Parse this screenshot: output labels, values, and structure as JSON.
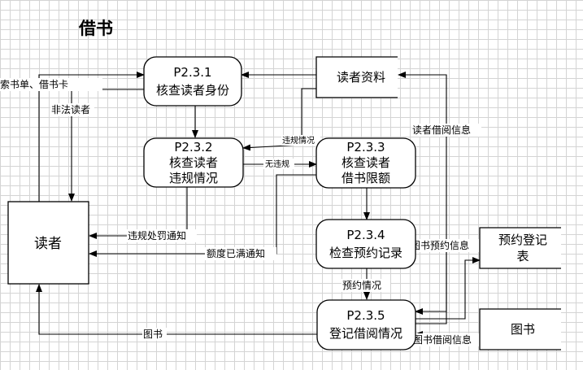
{
  "title": "借书",
  "processes": {
    "p231": {
      "id": "P2.3.1",
      "name": "核查读者身份"
    },
    "p232": {
      "id": "P2.3.2",
      "name_line1": "核查读者",
      "name_line2": "违规情况"
    },
    "p233": {
      "id": "P2.3.3",
      "name_line1": "核查读者",
      "name_line2": "借书限额"
    },
    "p234": {
      "id": "P2.3.4",
      "name": "检查预约记录"
    },
    "p235": {
      "id": "P2.3.5",
      "name": "登记借阅情况"
    }
  },
  "stores": {
    "reader_info": "读者资料",
    "reservation_line1": "预约登记",
    "reservation_line2": "表",
    "books": "图书"
  },
  "external": {
    "reader": "读者"
  },
  "flows": {
    "request_slip": "索书单、借书卡",
    "illegal_reader": "非法读者",
    "violation_info": "违规情况",
    "no_violation": "无违规",
    "violation_notice": "违规处罚通知",
    "quota_full_notice": "额度已满通知",
    "borrow_info": "读者借阅信息",
    "book_reservation_info": "图书预约信息",
    "reservation_status": "预约情况",
    "book": "图书",
    "book_borrow_info": "图书借阅信息"
  }
}
